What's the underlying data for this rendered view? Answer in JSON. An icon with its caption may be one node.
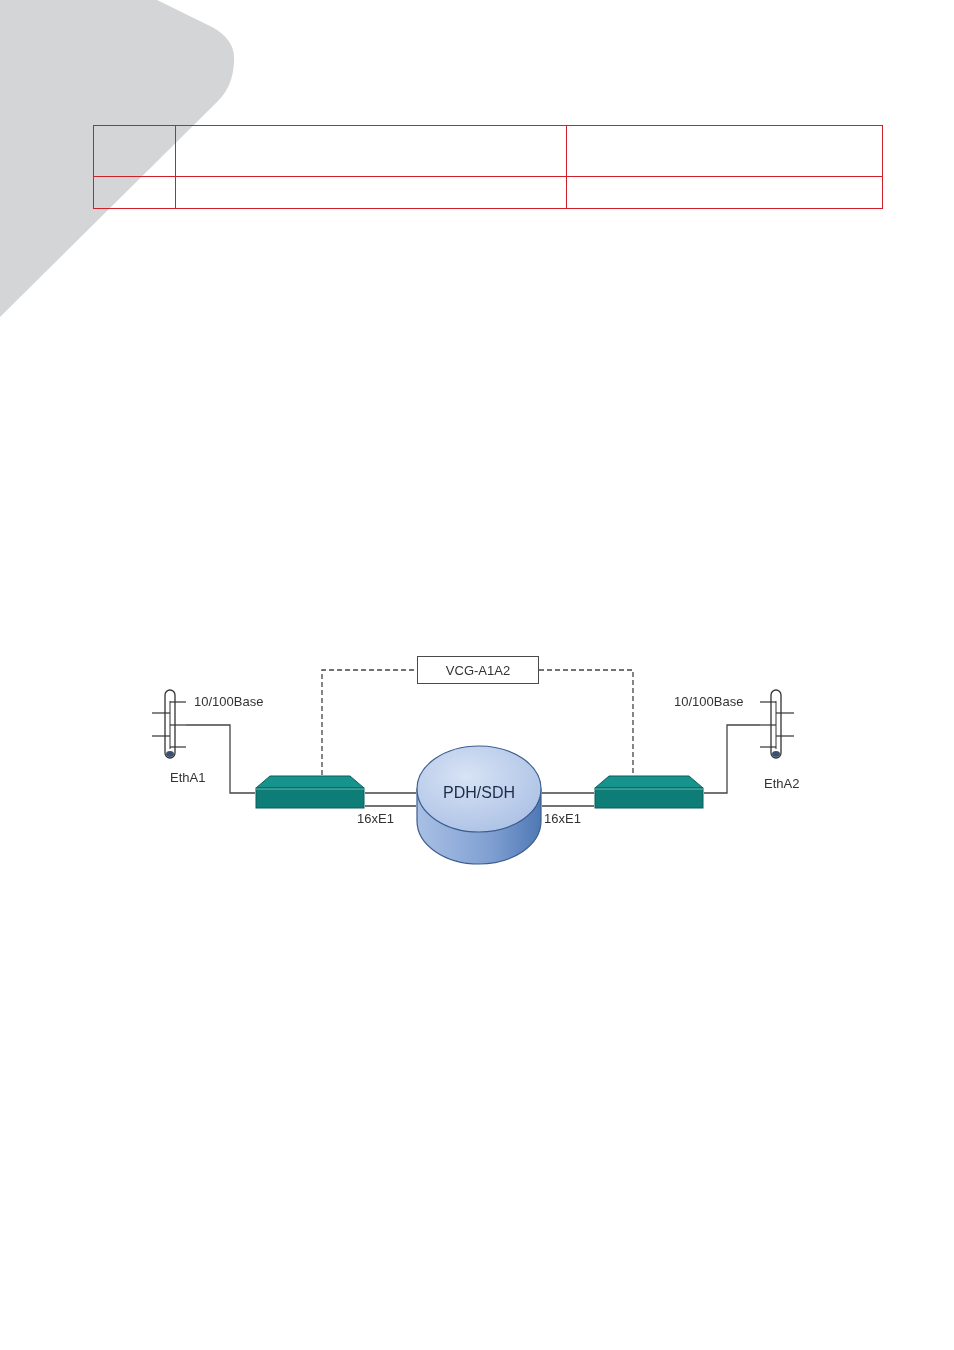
{
  "diagram": {
    "nodes": [
      {
        "text": [
          "VCG-A1A2"
        ]
      },
      {
        "text": [],
        "shape": "bar",
        "beside": [
          "EthA1"
        ]
      },
      {
        "text": [],
        "shape": "picture"
      },
      {
        "text": [
          "PDH/SDH"
        ]
      },
      {
        "text": [],
        "shape": "picture"
      },
      {
        "text": [],
        "shape": "bar",
        "beside": [
          "EthA2"
        ]
      }
    ],
    "edges": [
      {
        "from": 2,
        "to": 0,
        "arrow": "none",
        "style": "dashed"
      },
      {
        "from": 0,
        "to": 4,
        "arrow": "none",
        "style": "dashed"
      },
      {
        "from": 1,
        "to": 2,
        "arrow": "none",
        "label": "10/100Base"
      },
      {
        "from": 2,
        "to": 3,
        "arrow": "none",
        "label": "16xE1"
      },
      {
        "from": 3,
        "to": 4,
        "arrow": "none",
        "label": "16xE1"
      },
      {
        "from": 4,
        "to": 5,
        "arrow": "none",
        "label": "10/100Base"
      }
    ]
  }
}
